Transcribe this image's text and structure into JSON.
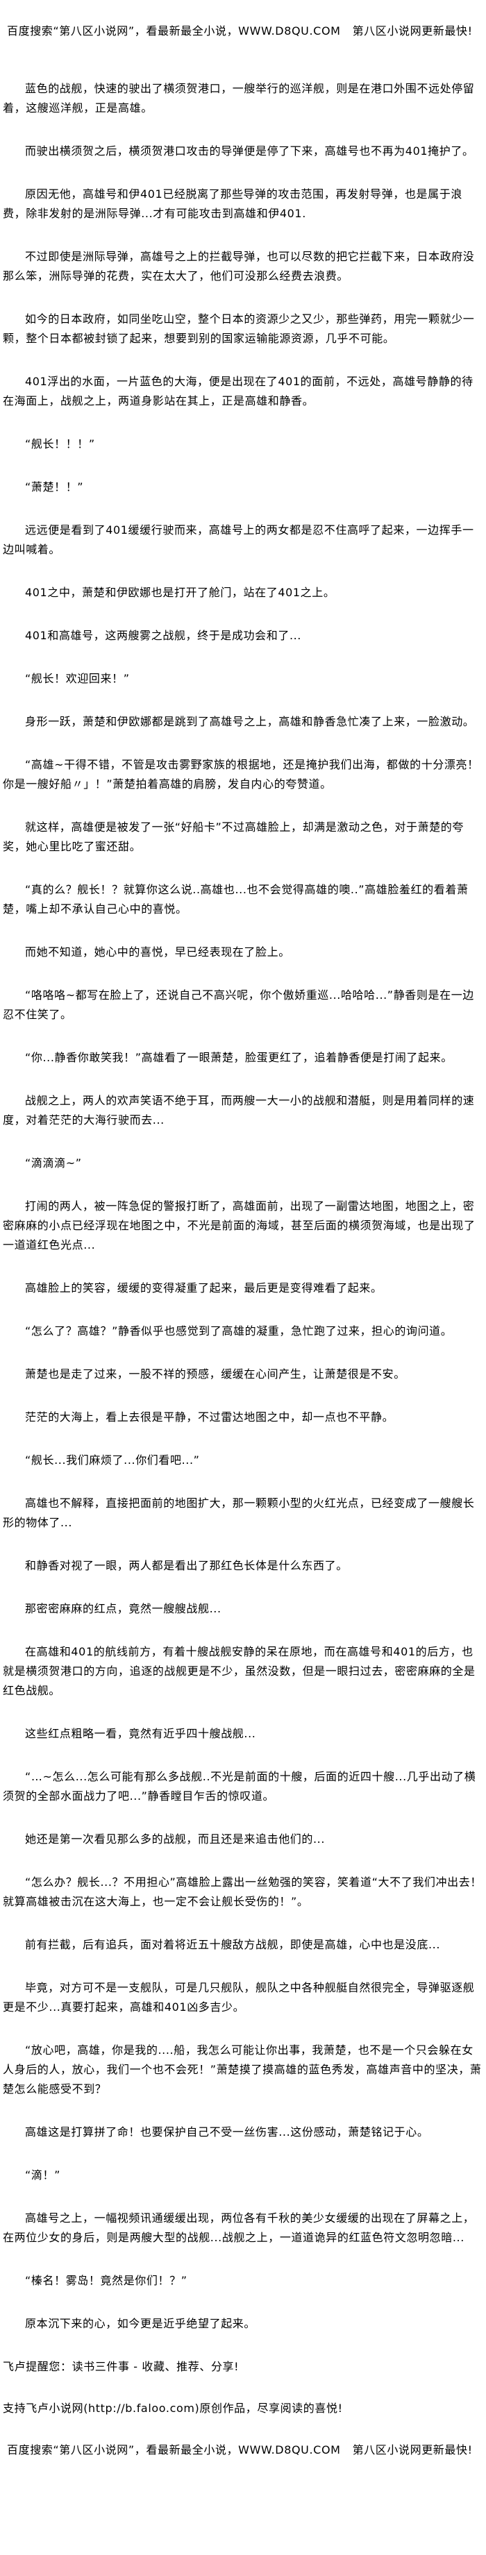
{
  "banner": "百度搜索“第八区小说网”，看最新最全小说，WWW.D8QU.COM   第八区小说网更新最快!",
  "paragraphs": [
    "蓝色的战舰，快速的驶出了横须贺港口，一艘举行的巡洋舰，则是在港口外围不远处停留着，这艘巡洋舰，正是高雄。",
    "而驶出横须贺之后，横须贺港口攻击的导弹便是停了下来，高雄号也不再为401掩护了。",
    "原因无他，高雄号和伊401已经脱离了那些导弹的攻击范围，再发射导弹，也是属于浪费，除非发射的是洲际导弹...才有可能攻击到高雄和伊401.",
    "不过即使是洲际导弹，高雄号之上的拦截导弹，也可以尽数的把它拦截下来，日本政府没那么笨，洲际导弹的花费，实在太大了，他们可没那么经费去浪费。",
    "如今的日本政府，如同坐吃山空，整个日本的资源少之又少，那些弹药，用完一颗就少一颗，整个日本都被封锁了起来，想要到别的国家运输能源资源，几乎不可能。",
    "401浮出的水面，一片蓝色的大海，便是出现在了401的面前，不远处，高雄号静静的待在海面上，战舰之上，两道身影站在其上，正是高雄和静香。",
    "“舰长！！！”",
    "“萧楚！！”",
    "远远便是看到了401缓缓行驶而来，高雄号上的两女都是忍不住高呼了起来，一边挥手一边叫喊着。",
    "401之中，萧楚和伊欧娜也是打开了舱门，站在了401之上。",
    "401和高雄号，这两艘雾之战舰，终于是成功会和了...",
    "“舰长！欢迎回来！”",
    "身形一跃，萧楚和伊欧娜都是跳到了高雄号之上，高雄和静香急忙凑了上来，一脸激动。",
    "“高雄~干得不错，不管是攻击雾野家族的根据地，还是掩护我们出海，都做的十分漂亮！你是一艘好船〃」！”萧楚拍着高雄的肩膀，发自内心的夸赞道。",
    "就这样，高雄便是被发了一张“好船卡”不过高雄脸上，却满是激动之色，对于萧楚的夸奖，她心里比吃了蜜还甜。",
    "“真的么？舰长！？就算你这么说..高雄也...也不会觉得高雄的噢..”高雄脸羞红的看着萧楚，嘴上却不承认自己心中的喜悦。",
    "而她不知道，她心中的喜悦，早已经表现在了脸上。",
    "“咯咯咯~都写在脸上了，还说自己不高兴呢，你个傲娇重巡...哈哈哈...”静香则是在一边忍不住笑了。",
    "“你...静香你敢笑我！”高雄看了一眼萧楚，脸蛋更红了，追着静香便是打闹了起来。",
    "战舰之上，两人的欢声笑语不绝于耳，而两艘一大一小的战舰和潜艇，则是用着同样的速度，对着茫茫的大海行驶而去...",
    "“滴滴滴~”",
    "打闹的两人，被一阵急促的警报打断了，高雄面前，出现了一副雷达地图，地图之上，密密麻麻的小点已经浮现在地图之中，不光是前面的海域，甚至后面的横须贺海域，也是出现了一道道红色光点...",
    "高雄脸上的笑容，缓缓的变得凝重了起来，最后更是变得难看了起来。",
    "“怎么了？高雄？”静香似乎也感觉到了高雄的凝重，急忙跑了过来，担心的询问道。",
    "萧楚也是走了过来，一股不祥的预感，缓缓在心间产生，让萧楚很是不安。",
    "茫茫的大海上，看上去很是平静，不过雷达地图之中，却一点也不平静。",
    "“舰长...我们麻烦了...你们看吧...”",
    "高雄也不解释，直接把面前的地图扩大，那一颗颗小型的火红光点，已经变成了一艘艘长形的物体了...",
    "和静香对视了一眼，两人都是看出了那红色长体是什么东西了。",
    "那密密麻麻的红点，竟然一艘艘战舰...",
    "在高雄和401的航线前方，有着十艘战舰安静的呆在原地，而在高雄号和401的后方，也就是横须贺港口的方向，追逐的战舰更是不少，虽然没数，但是一眼扫过去，密密麻麻的全是红色战舰。",
    "这些红点粗略一看，竟然有近乎四十艘战舰...",
    "“…~怎么...怎么可能有那么多战舰..不光是前面的十艘，后面的近四十艘...几乎出动了横须贺的全部水面战力了吧...”静香瞠目乍舌的惊叹道。",
    "她还是第一次看见那么多的战舰，而且还是来追击他们的...",
    "“怎么办？舰长...？不用担心”高雄脸上露出一丝勉强的笑容，笑着道“大不了我们冲出去！就算高雄被击沉在这大海上，也一定不会让舰长受伤的！”。",
    "前有拦截，后有追兵，面对着将近五十艘敌方战舰，即使是高雄，心中也是没底...",
    "毕竟，对方可不是一支舰队，可是几只舰队，舰队之中各种舰艇自然很完全，导弹驱逐舰更是不少...真要打起来，高雄和401凶多吉少。",
    "“放心吧，高雄，你是我的....船，我怎么可能让你出事，我萧楚，也不是一个只会躲在女人身后的人，放心，我们一个也不会死！”萧楚摸了摸高雄的蓝色秀发，高雄声音中的坚决，萧楚怎么能感受不到？",
    "高雄这是打算拼了命！也要保护自己不受一丝伤害...这份感动，萧楚铭记于心。",
    "“滴！”",
    "高雄号之上，一幅视频讯通缓缓出现，两位各有千秋的美少女缓缓的出现在了屏幕之上，在两位少女的身后，则是两艘大型的战舰...战舰之上，一道道诡异的红蓝色符文忽明忽暗...",
    "“榛名！雾岛！竟然是你们！？”",
    "原本沉下来的心，如今更是近乎绝望了起来。"
  ],
  "footer": {
    "reminder": "飞卢提醒您：读书三件事 - 收藏、推荐、分享!",
    "support": "支持飞卢小说网(http://b.faloo.com)原创作品，尽享阅读的喜悦!",
    "banner": "百度搜索“第八区小说网”，看最新最全小说，WWW.D8QU.COM   第八区小说网更新最快!"
  }
}
